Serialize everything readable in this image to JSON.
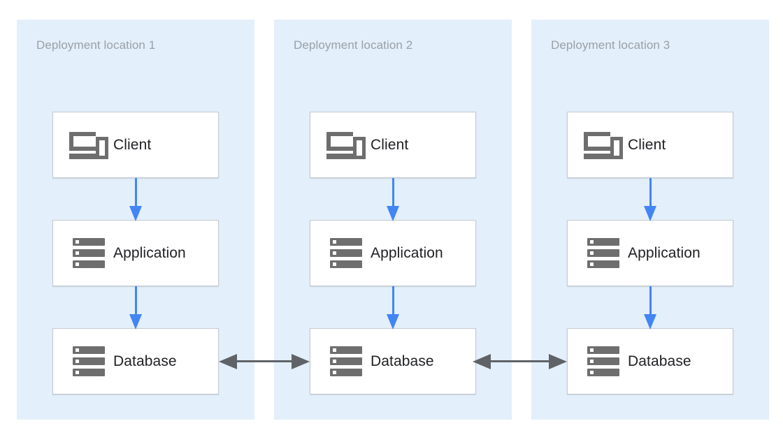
{
  "diagram": {
    "title_hidden": "",
    "background": "#ffffff",
    "panel_color": "#E3EFFA",
    "accent_blue": "#4285F4",
    "arrow_gray": "#5F6368",
    "icon_gray": "#6E6E6E",
    "panels": [
      {
        "id": "deployment-location-1",
        "title": "Deployment location 1",
        "nodes": [
          {
            "id": "client-1",
            "label": "Client",
            "icon": "devices-icon"
          },
          {
            "id": "application-1",
            "label": "Application",
            "icon": "server-icon"
          },
          {
            "id": "database-1",
            "label": "Database",
            "icon": "server-icon"
          }
        ]
      },
      {
        "id": "deployment-location-2",
        "title": "Deployment location 2",
        "nodes": [
          {
            "id": "client-2",
            "label": "Client",
            "icon": "devices-icon"
          },
          {
            "id": "application-2",
            "label": "Application",
            "icon": "server-icon"
          },
          {
            "id": "database-2",
            "label": "Database",
            "icon": "server-icon"
          }
        ]
      },
      {
        "id": "deployment-location-3",
        "title": "Deployment location 3",
        "nodes": [
          {
            "id": "client-3",
            "label": "Client",
            "icon": "devices-icon"
          },
          {
            "id": "application-3",
            "label": "Application",
            "icon": "server-icon"
          },
          {
            "id": "database-3",
            "label": "Database",
            "icon": "server-icon"
          }
        ]
      }
    ],
    "connections": [
      {
        "id": "client-1-to-application-1",
        "from": "client-1",
        "to": "application-1",
        "direction": "down",
        "color": "#4285F4"
      },
      {
        "id": "application-1-to-database-1",
        "from": "application-1",
        "to": "database-1",
        "direction": "down",
        "color": "#4285F4"
      },
      {
        "id": "client-2-to-application-2",
        "from": "client-2",
        "to": "application-2",
        "direction": "down",
        "color": "#4285F4"
      },
      {
        "id": "application-2-to-database-2",
        "from": "application-2",
        "to": "database-2",
        "direction": "down",
        "color": "#4285F4"
      },
      {
        "id": "client-3-to-application-3",
        "from": "client-3",
        "to": "application-3",
        "direction": "down",
        "color": "#4285F4"
      },
      {
        "id": "application-3-to-database-3",
        "from": "application-3",
        "to": "database-3",
        "direction": "down",
        "color": "#4285F4"
      },
      {
        "id": "database-1-to-database-2",
        "from": "database-1",
        "to": "database-2",
        "direction": "bidirectional",
        "color": "#5F6368"
      },
      {
        "id": "database-2-to-database-3",
        "from": "database-2",
        "to": "database-3",
        "direction": "bidirectional",
        "color": "#5F6368"
      }
    ]
  }
}
